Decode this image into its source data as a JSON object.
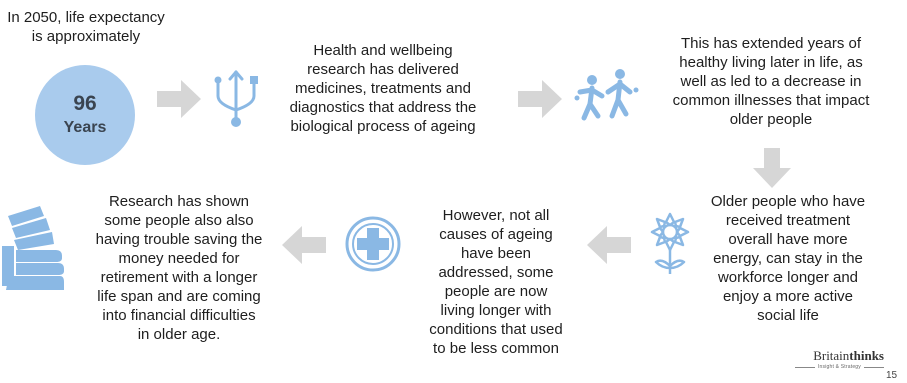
{
  "intro": {
    "line1": "In 2050, life expectancy",
    "line2": "is approximately"
  },
  "stat": {
    "number": "96",
    "unit": "Years"
  },
  "steps": [
    {
      "lines": [
        "Health and wellbeing",
        "research has delivered",
        "medicines, treatments and",
        "diagnostics that address the",
        "biological process of ageing"
      ],
      "icon": "dna-strand-icon"
    },
    {
      "lines": [
        "This has extended years of",
        "healthy living later in life, as",
        "well as led to a decrease in",
        "common illnesses that impact",
        "older people"
      ],
      "icon": "dancing-people-icon"
    },
    {
      "lines": [
        "Older people who have",
        "received treatment",
        "overall have more",
        "energy, can stay in the",
        "workforce longer and",
        "enjoy a more active",
        "social life"
      ],
      "icon": "flower-icon"
    },
    {
      "lines": [
        "However, not all",
        "causes of ageing",
        "have been",
        "addressed, some",
        "people are now",
        "living longer with",
        "conditions that used",
        "to be less common"
      ],
      "icon": "medical-cross-icon"
    },
    {
      "lines": [
        "Research has shown",
        "some people also also",
        "having trouble saving the",
        "money needed for",
        "retirement with a longer",
        "life span and are coming",
        "into financial difficulties",
        "in older age."
      ],
      "icon": "hand-holding-money-icon"
    }
  ],
  "logo": {
    "prefix": "Britain",
    "suffix": "thinks",
    "tagline": "Insight & Strategy"
  },
  "page_number": "15",
  "colors": {
    "accent": "#a9cbed",
    "icon": "#8ab8e4",
    "arrow": "#d6d6d6",
    "text": "#1e1e1e"
  }
}
